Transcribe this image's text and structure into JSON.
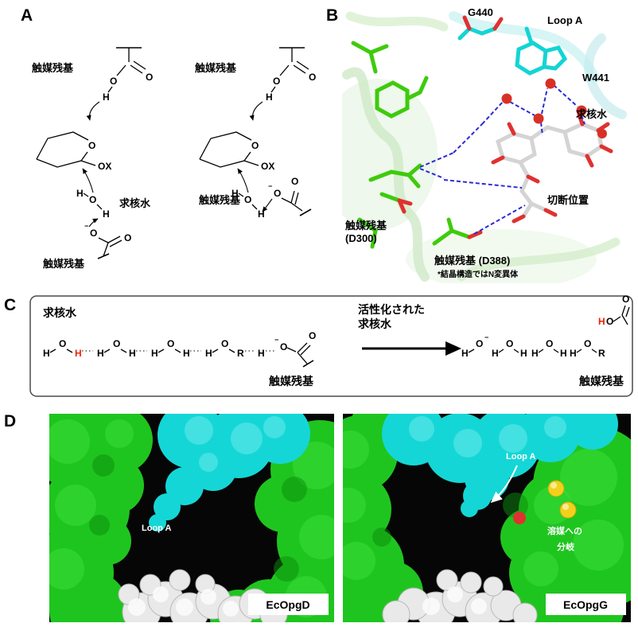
{
  "glyphs": {
    "O": "O",
    "H": "H",
    "R": "R",
    "OX": "OX",
    "minus": "−"
  },
  "panelA": {
    "label": "A",
    "catalytic_residue": "触媒残基",
    "nucleophilic_water": "求核水"
  },
  "panelB": {
    "label": "B",
    "residue_g440": "G440",
    "loop_a": "Loop A",
    "residue_w441": "W441",
    "nucleophilic_water": "求核水",
    "cleavage_site": "切断位置",
    "cat_res_d300_line1": "触媒残基",
    "cat_res_d300_line2": "(D300)",
    "cat_res_d388": "触媒残基 (D388)",
    "crystal_note": "*結晶構造ではN変異体"
  },
  "panelC": {
    "label": "C",
    "nucleophilic_water": "求核水",
    "activated_line1": "活性化された",
    "activated_line2": "求核水",
    "catalytic_residue": "触媒残基"
  },
  "panelD": {
    "label": "D",
    "loop_a": "Loop A",
    "left_title": "EcOpgD",
    "right_title": "EcOpgG",
    "solvent_line1": "溶媒への",
    "solvent_line2": "分岐"
  },
  "colors": {
    "green_sticks": "#3ecb0c",
    "cyan_sticks": "#14d4d4",
    "water_red": "#d93025",
    "hbond_blue": "#2a2ad4",
    "surface_green": "#1fc51f",
    "surface_cyan": "#15d6d6",
    "sphere_yellow": "#f2d11b",
    "red_highlight": "#e8230a"
  }
}
